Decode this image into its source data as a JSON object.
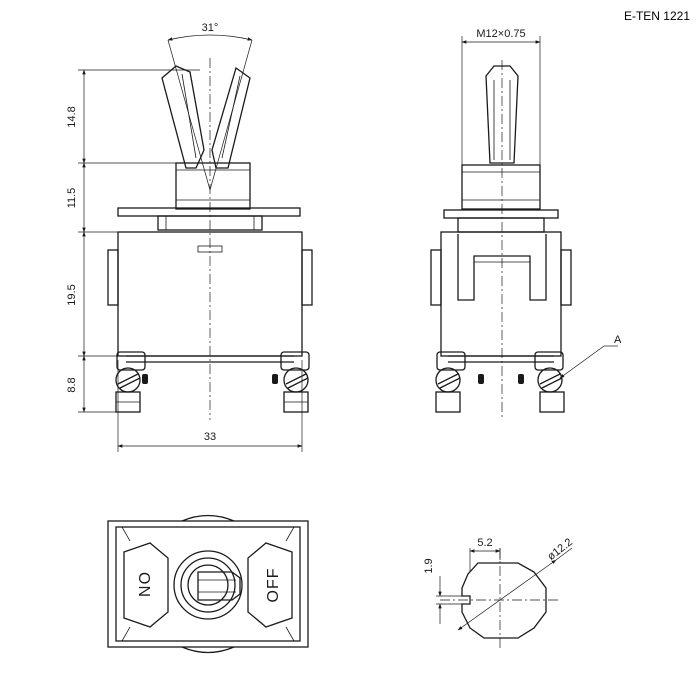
{
  "header": {
    "model": "E-TEN 1221"
  },
  "front_view": {
    "angle_label": "31°",
    "dims": {
      "lever_height": "14.8",
      "bushing_height": "11.5",
      "body_height": "19.5",
      "terminal_height": "8.8",
      "body_width": "33"
    }
  },
  "side_view": {
    "thread_label": "M12×0.75",
    "callout": "A"
  },
  "top_view": {
    "on_label": "ON",
    "off_label": "OFF"
  },
  "detail_a": {
    "flat_width": "5.2",
    "key_height": "1.9",
    "diameter": "ø12.2"
  }
}
